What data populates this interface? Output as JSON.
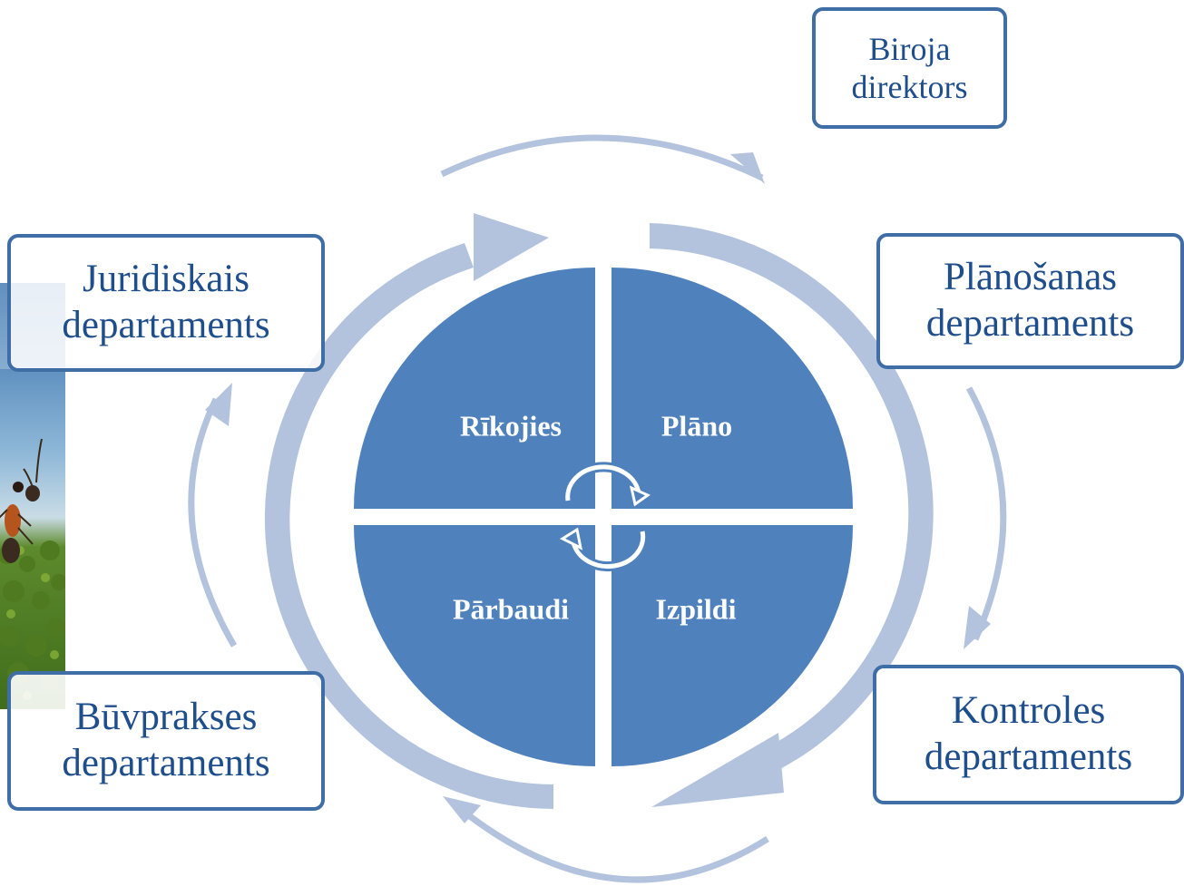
{
  "boxes": {
    "director": {
      "line1": "Biroja",
      "line2": "direktors"
    },
    "planning": {
      "line1": "Plānošanas",
      "line2": "departaments"
    },
    "legal": {
      "line1": "Juridiskais",
      "line2": "departaments"
    },
    "building": {
      "line1": "Būvprakses",
      "line2": "departaments"
    },
    "control": {
      "line1": "Kontroles",
      "line2": "departaments"
    }
  },
  "quadrants": {
    "act": "Rīkojies",
    "plan": "Plāno",
    "check": "Pārbaudi",
    "do": "Izpildi"
  },
  "colors": {
    "quadrant_fill": "#4f81bd",
    "ring_arrow": "#b3c3de",
    "box_border": "#3f6ea6",
    "box_text": "#1f4e8c"
  },
  "decorations": {
    "photo": "ant-on-moss-photo",
    "center_icon": "cycle-arrows-icon"
  }
}
